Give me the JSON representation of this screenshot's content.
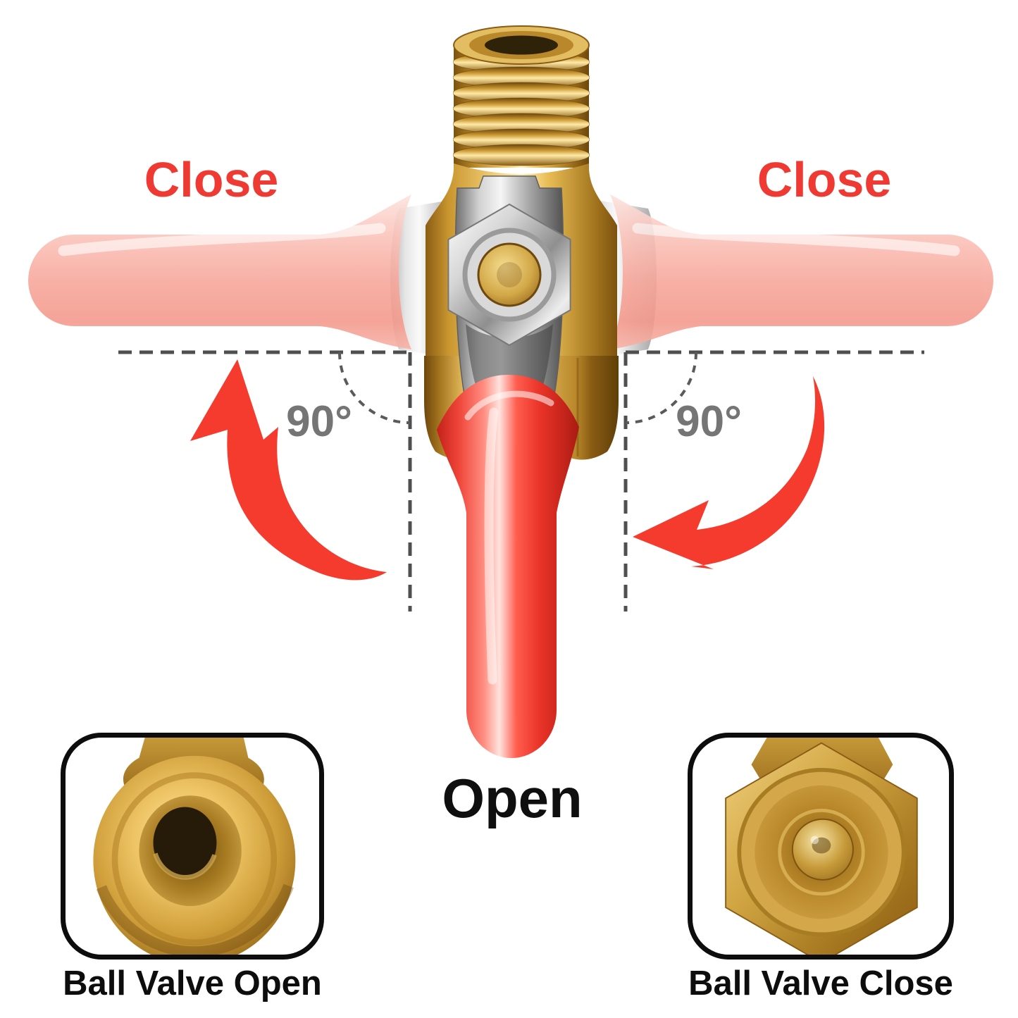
{
  "labels": {
    "close_left": "Close",
    "close_right": "Close",
    "angle_left": "90°",
    "angle_right": "90°",
    "open": "Open",
    "inset_open_caption": "Ball Valve Open",
    "inset_close_caption": "Ball Valve Close"
  },
  "colors": {
    "background": "#ffffff",
    "label_red": "#ee3a33",
    "arrow_red": "#f43b2e",
    "handle_red": "#ef4437",
    "ghost_handle_pink": "#f8b0a5",
    "brass_gold": "#c9962f",
    "chrome_silver": "#c9c9c9",
    "guide_line_gray": "#4f4f4f",
    "angle_text_gray": "#757575",
    "caption_black": "#0d0d0d"
  },
  "icons": {
    "rotate_left": "curved-arrow-rotate-up",
    "rotate_right": "curved-arrow-rotate-down"
  }
}
